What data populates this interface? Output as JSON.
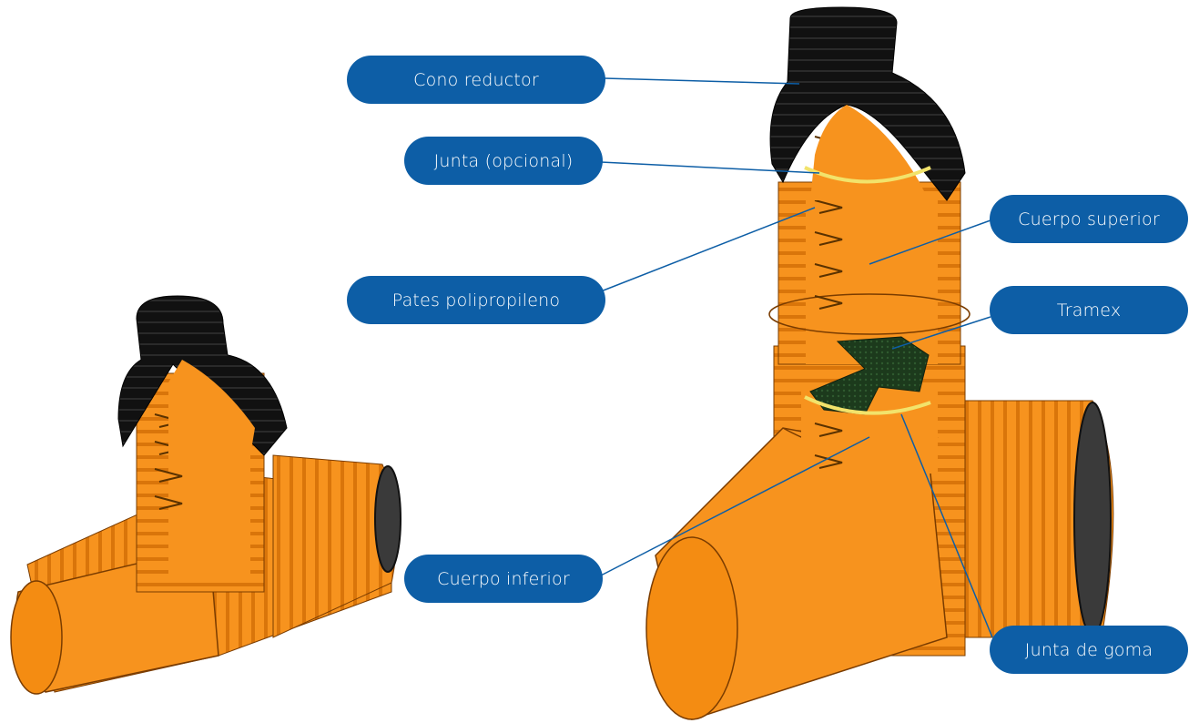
{
  "labels": {
    "cono_reductor": "Cono reductor",
    "junta_opcional": "Junta (opcional)",
    "pates": "Pates polipropileno",
    "cuerpo_inferior": "Cuerpo inferior",
    "cuerpo_superior": "Cuerpo superior",
    "tramex": "Tramex",
    "junta_goma": "Junta de goma"
  },
  "colors": {
    "label_bg": "#0d5ea6",
    "label_text": "#ffffff",
    "pipe_orange": "#f7931e",
    "pipe_shadow": "#d9750a",
    "cone_black": "#111111",
    "gasket_yellow": "#f2e36b",
    "grating_green": "#1c3a1c",
    "leader_line": "#0d5ea6"
  },
  "icons": [
    "manhole-assembled-illustration",
    "manhole-cutaway-illustration"
  ]
}
